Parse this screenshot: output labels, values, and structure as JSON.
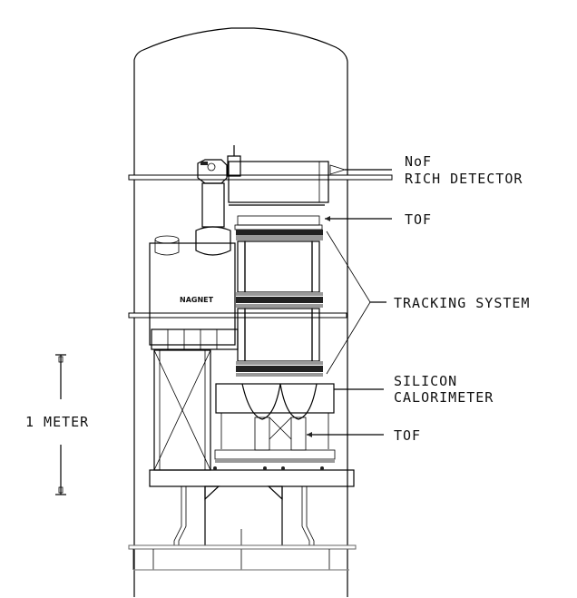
{
  "title": "Balloon payload instrument schematic",
  "labels": {
    "rich_line1": "NoF",
    "rich_line2": "RICH DETECTOR",
    "tof_top": "TOF",
    "tracking": "TRACKING SYSTEM",
    "calorimeter_line1": "SILICON",
    "calorimeter_line2": "CALORIMETER",
    "tof_bottom": "TOF",
    "magnet": "NAGNET",
    "scale": "1 METER"
  },
  "colors": {
    "line": "#000000",
    "background": "#ffffff",
    "gray": "#888888"
  }
}
